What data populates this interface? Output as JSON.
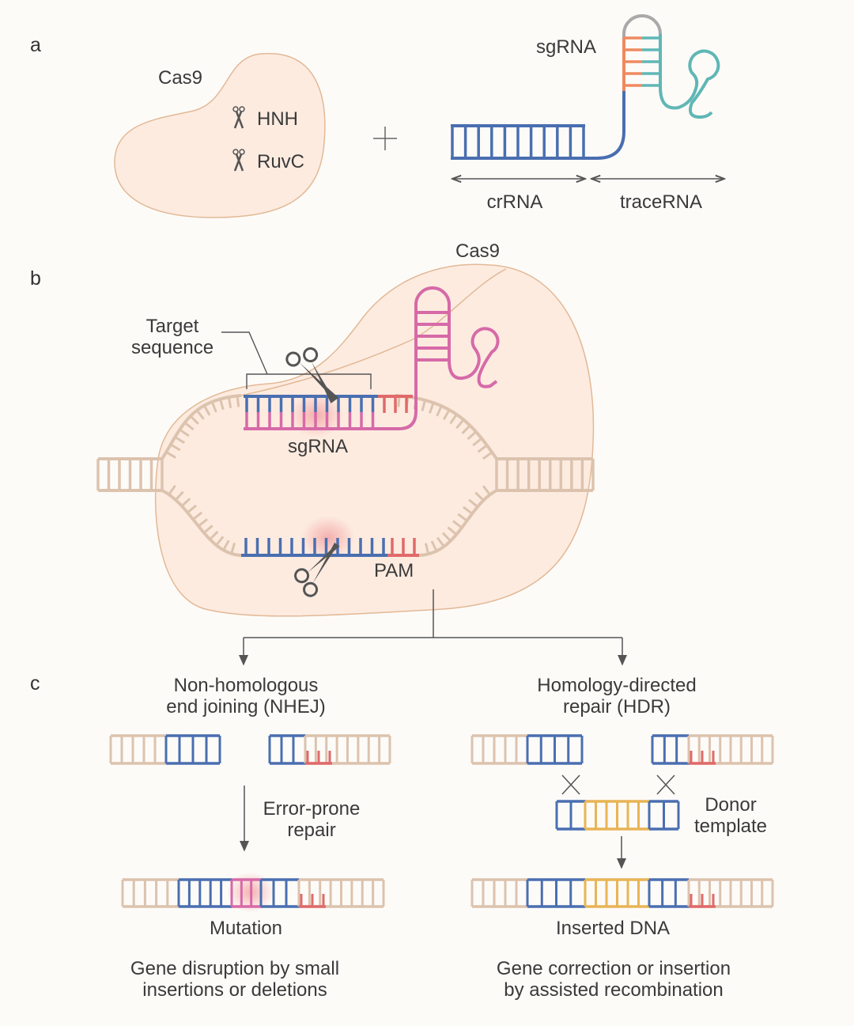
{
  "panels": {
    "a": {
      "letter": "a",
      "cas9_label": "Cas9",
      "domains": [
        {
          "icon": "scissors-icon",
          "label": "HNH"
        },
        {
          "icon": "scissors-icon",
          "label": "RuvC"
        }
      ],
      "plus": "+",
      "sgrna_label": "sgRNA",
      "crrna_label": "crRNA",
      "tracerna_label": "traceRNA"
    },
    "b": {
      "letter": "b",
      "cas9_label": "Cas9",
      "target_label_line1": "Target",
      "target_label_line2": "sequence",
      "sgrna_label": "sgRNA",
      "pam_label": "PAM"
    },
    "c": {
      "letter": "c",
      "nhej": {
        "title_line1": "Non-homologous",
        "title_line2": "end joining (NHEJ)",
        "step_line1": "Error-prone",
        "step_line2": "repair",
        "result_label": "Mutation",
        "outcome_line1": "Gene disruption by small",
        "outcome_line2": "insertions or deletions"
      },
      "hdr": {
        "title_line1": "Homology-directed",
        "title_line2": "repair (HDR)",
        "donor_line1": "Donor",
        "donor_line2": "template",
        "result_label": "Inserted DNA",
        "outcome_line1": "Gene correction or insertion",
        "outcome_line2": "by assisted recombination"
      }
    }
  },
  "colors": {
    "dna_beige": "#dcc3ae",
    "target_blue": "#4a6fb0",
    "sgrna_pink": "#d66aa8",
    "pam_red": "#e06a6a",
    "donor_orange": "#e8b455",
    "trace_teal": "#5fb7b5",
    "stem_orange": "#ef8a5f",
    "loop_gray": "#a9a9a9",
    "cas9_fill": "#fdebe0",
    "cas9_stroke": "#e2b996"
  }
}
